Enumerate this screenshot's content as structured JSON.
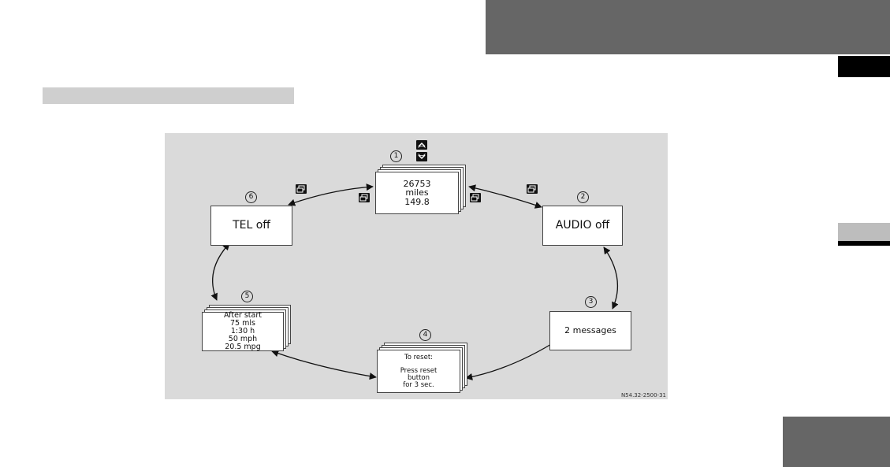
{
  "diagram": {
    "screens": {
      "s1": {
        "number": "1",
        "lines": [
          "26753",
          "miles",
          "149.8"
        ]
      },
      "s2": {
        "number": "2",
        "lines": [
          "AUDIO off"
        ]
      },
      "s3": {
        "number": "3",
        "lines": [
          "2 messages"
        ]
      },
      "s4": {
        "number": "4",
        "lines": [
          "To reset:",
          "",
          "Press reset",
          "button",
          "for 3 sec."
        ]
      },
      "s5": {
        "number": "5",
        "lines": [
          "After start",
          "75 mls",
          "1:30 h",
          "50 mph",
          "20.5 mpg"
        ]
      },
      "s6": {
        "number": "6",
        "lines": [
          "TEL off"
        ]
      }
    },
    "figure_code": "N54.32-2500-31",
    "icons": [
      "arrow-up-button-icon",
      "arrow-down-button-icon",
      "page-forward-button-icon",
      "page-back-button-icon"
    ]
  }
}
